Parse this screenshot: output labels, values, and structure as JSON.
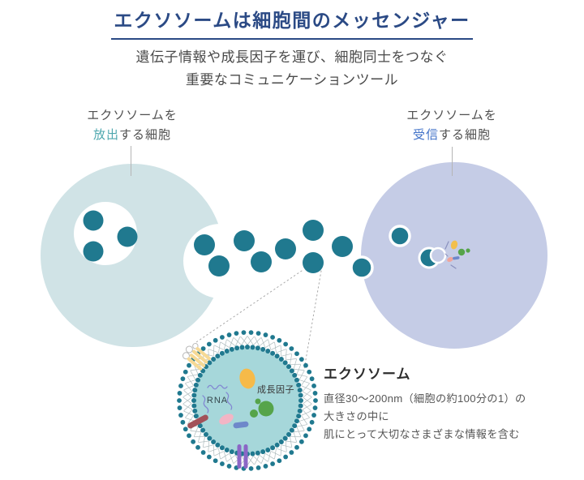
{
  "title": "エクソソームは細胞間のメッセンジャー",
  "subtitle": [
    "遺伝子情報や成長因子を運び、細胞同士をつなぐ",
    "重要なコミュニケーションツール"
  ],
  "cells": {
    "sender": {
      "line1": "エクソソームを",
      "highlight": "放出",
      "rest": "する細胞"
    },
    "receiver": {
      "line1": "エクソソームを",
      "highlight": "受信",
      "rest": "する細胞"
    }
  },
  "exosome_detail": {
    "rna_label": "RNA",
    "growth_factor_label": "成長因子"
  },
  "caption": {
    "heading": "エクソソーム",
    "lines": [
      "直径30〜200nm（細胞の約100分の1）の",
      "大きさの中に",
      "肌にとって大切なさまざまな情報を含む"
    ]
  },
  "colors": {
    "title_navy": "#2b4a85",
    "sender_cell_fill": "#d0e3e6",
    "receiver_cell_fill": "#c5cce6",
    "exosome_teal": "#20798f",
    "exosome_inner_fill": "#a6d7da",
    "highlight_release_teal": "#4da7ae",
    "highlight_receive_blue": "#4273c9",
    "body_text_gray": "#4f4f4f",
    "growth_factor_yellow": "#f6ba49",
    "protein_yellow": "#f6d995",
    "protein_maroon": "#a25159",
    "protein_purple": "#8b66c6",
    "green_particle": "#56a44a",
    "pink_particle": "#f2b5c5",
    "blue_particle": "#6e88ca",
    "rna_squiggle": "#8288d2"
  }
}
